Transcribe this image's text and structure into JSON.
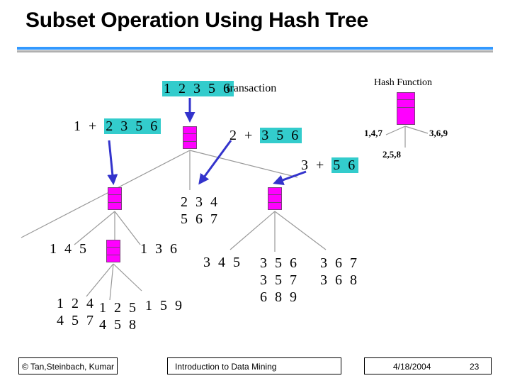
{
  "title": "Subset Operation Using Hash Tree",
  "transaction_items": "1 2 3 5 6",
  "transaction_label": "transaction",
  "hash_function_label": "Hash Function",
  "hash_branches": {
    "left": "1,4,7",
    "middle": "2,5,8",
    "right": "3,6,9"
  },
  "enumerations": {
    "level1": {
      "prefix": "1 +",
      "rest": "2 3 5 6"
    },
    "level2": {
      "prefix": "2 +",
      "rest": "3 5 6"
    },
    "level3": {
      "prefix": "3 +",
      "rest": "5 6"
    }
  },
  "itemsets": {
    "i234_567": [
      "2 3 4",
      "5 6 7"
    ],
    "i145": "1 4 5",
    "i136": "1 3 6",
    "i124_457": [
      "1 2 4",
      "4 5 7"
    ],
    "i125_458": [
      "1 2 5",
      "4 5 8"
    ],
    "i159": "1 5 9",
    "i345": "3 4 5",
    "i356_357_689": [
      "3 5 6",
      "3 5 7",
      "6 8 9"
    ],
    "i367_368": [
      "3 6 7",
      "3 6 8"
    ]
  },
  "footer": {
    "copyright": "© Tan,Steinbach, Kumar",
    "course": "Introduction to Data Mining",
    "date": "4/18/2004",
    "page": "23"
  },
  "colors": {
    "node": "#ff00ff",
    "highlight": "#33cccc",
    "arrow": "#3333cc",
    "tree_line": "#999999"
  }
}
